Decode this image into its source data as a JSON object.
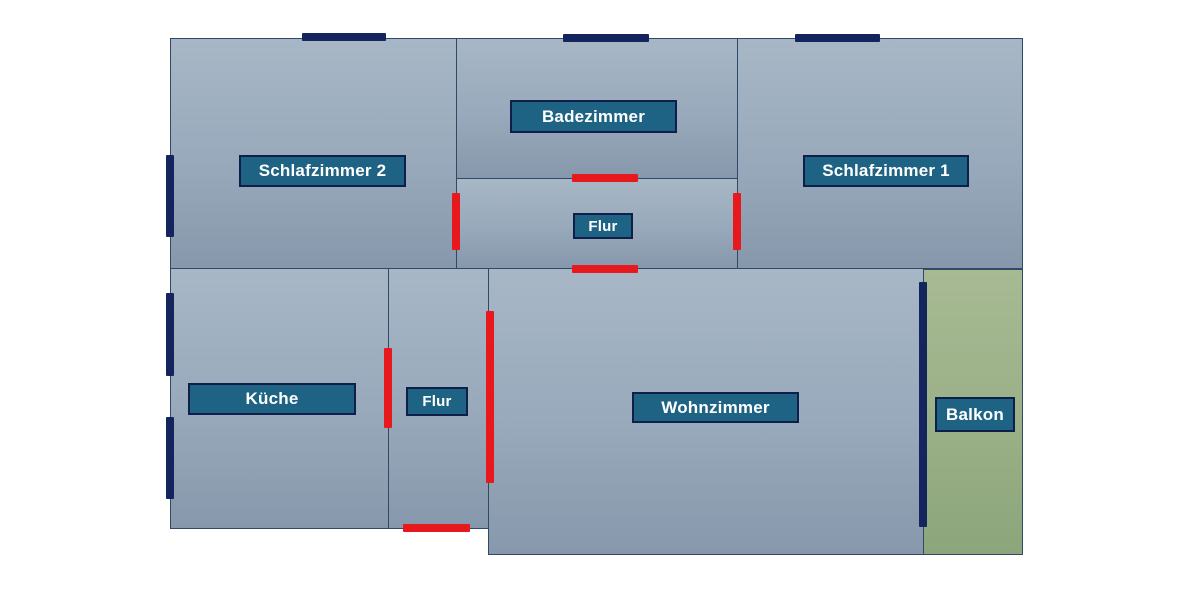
{
  "floorplan": {
    "rooms": {
      "schlafzimmer_2": {
        "label": "Schlafzimmer 2"
      },
      "badezimmer": {
        "label": "Badezimmer"
      },
      "schlafzimmer_1": {
        "label": "Schlafzimmer 1"
      },
      "flur_oben": {
        "label": "Flur"
      },
      "kueche": {
        "label": "Küche"
      },
      "flur_unten": {
        "label": "Flur"
      },
      "wohnzimmer": {
        "label": "Wohnzimmer"
      },
      "balkon": {
        "label": "Balkon"
      }
    },
    "colors": {
      "background": "#ffffff",
      "wall_line": "#2e4a66",
      "room_fill_top": "#a7b7c6",
      "room_fill_bottom": "#8798ac",
      "balcony_fill_top": "#a7ba93",
      "balcony_fill_bottom": "#8ca57b",
      "window_marker": "#14245c",
      "door_marker": "#e8191c",
      "label_fill": "#1e6384",
      "label_border": "#0f1f49",
      "label_text": "#ffffff"
    }
  }
}
